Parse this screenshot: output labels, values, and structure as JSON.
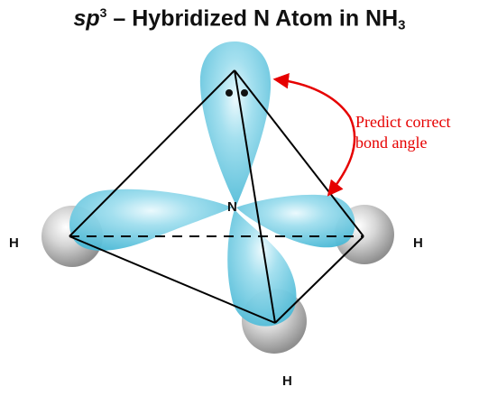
{
  "title": {
    "prefix": "sp",
    "superscript": "3",
    "dash": " – ",
    "main": "Hybridized N Atom in NH",
    "subscript": "3"
  },
  "labels": {
    "center_atom": "N",
    "h_left": "H",
    "h_right": "H",
    "h_bottom": "H"
  },
  "annotation": {
    "line1": "Predict correct",
    "line2": "bond angle"
  },
  "colors": {
    "orbital": "#5cc3dc",
    "annotation": "#e60000",
    "hydrogen": "#bdbdbd",
    "lines": "#000000"
  }
}
